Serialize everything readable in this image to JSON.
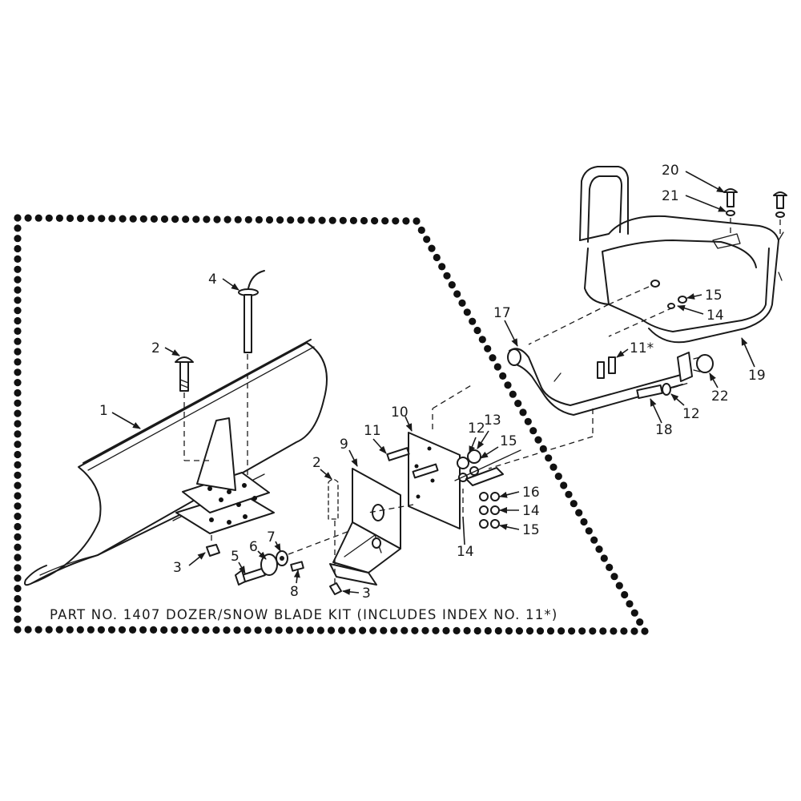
{
  "caption": "PART NO. 1407 DOZER/SNOW BLADE KIT (INCLUDES INDEX NO. 11*)",
  "callouts": {
    "c1": "1",
    "c2a": "2",
    "c2b": "2",
    "c3a": "3",
    "c3b": "3",
    "c4": "4",
    "c5": "5",
    "c6": "6",
    "c7": "7",
    "c8": "8",
    "c9": "9",
    "c10": "10",
    "c11a": "11",
    "c11b": "11*",
    "c12a": "12",
    "c12b": "12",
    "c13": "13",
    "c14a": "14",
    "c14b": "14",
    "c14c": "14",
    "c15a": "15",
    "c15b": "15",
    "c15c": "15",
    "c16": "16",
    "c17": "17",
    "c18": "18",
    "c19": "19",
    "c20": "20",
    "c21": "21",
    "c22": "22"
  }
}
